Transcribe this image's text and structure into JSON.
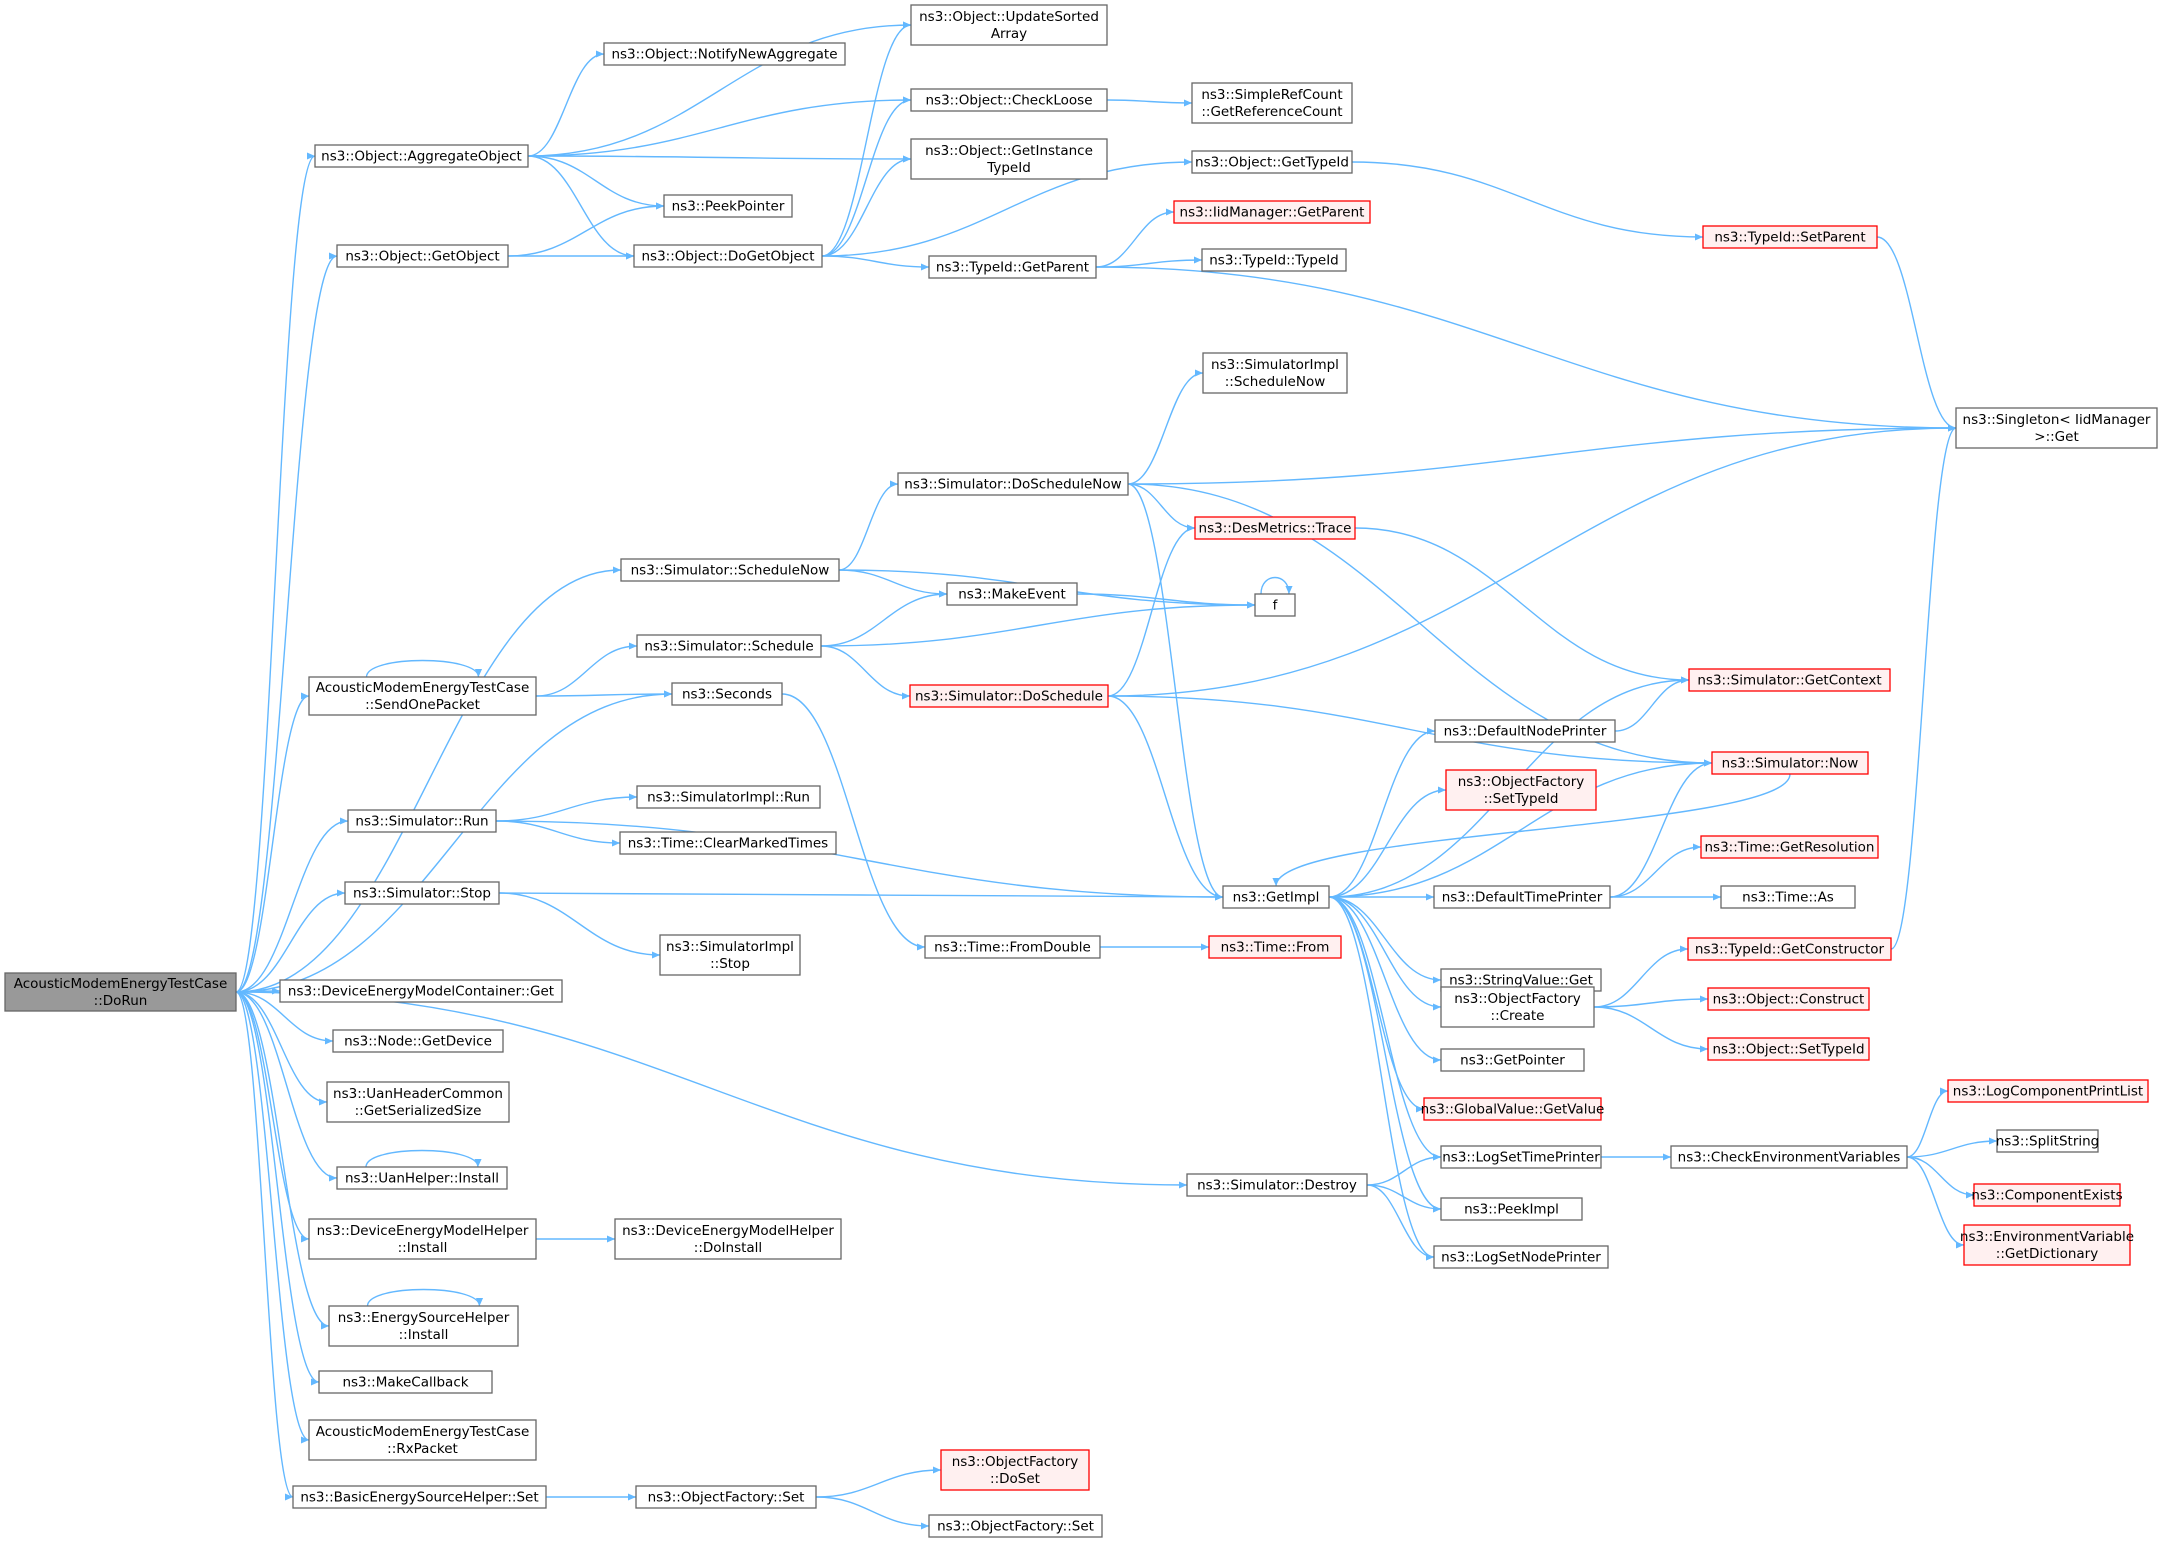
{
  "colors": {
    "edge": "#63b8ff",
    "node_border": "#666666",
    "node_fill": "#ffffff",
    "highlight_border": "#ff0000",
    "highlight_fill": "#fff0f0",
    "root_fill": "#999999"
  },
  "nodes": [
    {
      "id": "root",
      "lines": [
        "AcousticModemEnergyTestCase",
        "::DoRun"
      ],
      "style": "root"
    },
    {
      "id": "aggregate",
      "lines": [
        "ns3::Object::AggregateObject"
      ]
    },
    {
      "id": "getobject",
      "lines": [
        "ns3::Object::GetObject"
      ]
    },
    {
      "id": "updsorted",
      "lines": [
        "ns3::Object::UpdateSorted",
        "Array"
      ]
    },
    {
      "id": "notifynew",
      "lines": [
        "ns3::Object::NotifyNewAggregate"
      ]
    },
    {
      "id": "checkloose",
      "lines": [
        "ns3::Object::CheckLoose"
      ]
    },
    {
      "id": "getinst",
      "lines": [
        "ns3::Object::GetInstance",
        "TypeId"
      ]
    },
    {
      "id": "peekptr",
      "lines": [
        "ns3::PeekPointer"
      ]
    },
    {
      "id": "dogetobj",
      "lines": [
        "ns3::Object::DoGetObject"
      ]
    },
    {
      "id": "simpleref",
      "lines": [
        "ns3::SimpleRefCount",
        "::GetReferenceCount"
      ]
    },
    {
      "id": "objgettid",
      "lines": [
        "ns3::Object::GetTypeId"
      ]
    },
    {
      "id": "iidgetparent",
      "lines": [
        "ns3::IidManager::GetParent"
      ],
      "style": "red"
    },
    {
      "id": "tidgetparent",
      "lines": [
        "ns3::TypeId::GetParent"
      ]
    },
    {
      "id": "tidtypeid",
      "lines": [
        "ns3::TypeId::TypeId"
      ]
    },
    {
      "id": "tidsetparent",
      "lines": [
        "ns3::TypeId::SetParent"
      ],
      "style": "red"
    },
    {
      "id": "singleton",
      "lines": [
        "ns3::Singleton< IidManager",
        " >::Get"
      ]
    },
    {
      "id": "simimplschednow",
      "lines": [
        "ns3::SimulatorImpl",
        "::ScheduleNow"
      ]
    },
    {
      "id": "doschednow",
      "lines": [
        "ns3::Simulator::DoScheduleNow"
      ]
    },
    {
      "id": "desmetrics",
      "lines": [
        "ns3::DesMetrics::Trace"
      ],
      "style": "red"
    },
    {
      "id": "schednow",
      "lines": [
        "ns3::Simulator::ScheduleNow"
      ]
    },
    {
      "id": "makeevent",
      "lines": [
        "ns3::MakeEvent"
      ]
    },
    {
      "id": "f",
      "lines": [
        "f"
      ]
    },
    {
      "id": "schedule",
      "lines": [
        "ns3::Simulator::Schedule"
      ]
    },
    {
      "id": "sendone",
      "lines": [
        "AcousticModemEnergyTestCase",
        "::SendOnePacket"
      ]
    },
    {
      "id": "seconds",
      "lines": [
        "ns3::Seconds"
      ]
    },
    {
      "id": "dosched",
      "lines": [
        "ns3::Simulator::DoSchedule"
      ],
      "style": "red"
    },
    {
      "id": "getcontext",
      "lines": [
        "ns3::Simulator::GetContext"
      ],
      "style": "red"
    },
    {
      "id": "defnodeprinter",
      "lines": [
        "ns3::DefaultNodePrinter"
      ]
    },
    {
      "id": "simnow",
      "lines": [
        "ns3::Simulator::Now"
      ],
      "style": "red"
    },
    {
      "id": "ofsettypeid",
      "lines": [
        "ns3::ObjectFactory",
        "::SetTypeId"
      ],
      "style": "red"
    },
    {
      "id": "simrun",
      "lines": [
        "ns3::Simulator::Run"
      ]
    },
    {
      "id": "simimplrun",
      "lines": [
        "ns3::SimulatorImpl::Run"
      ]
    },
    {
      "id": "clearmarked",
      "lines": [
        "ns3::Time::ClearMarkedTimes"
      ]
    },
    {
      "id": "getres",
      "lines": [
        "ns3::Time::GetResolution"
      ],
      "style": "red"
    },
    {
      "id": "simstop",
      "lines": [
        "ns3::Simulator::Stop"
      ]
    },
    {
      "id": "getimpl",
      "lines": [
        "ns3::GetImpl"
      ]
    },
    {
      "id": "deftimeprinter",
      "lines": [
        "ns3::DefaultTimePrinter"
      ]
    },
    {
      "id": "timeas",
      "lines": [
        "ns3::Time::As"
      ]
    },
    {
      "id": "simimplstop",
      "lines": [
        "ns3::SimulatorImpl",
        "::Stop"
      ]
    },
    {
      "id": "fromdouble",
      "lines": [
        "ns3::Time::FromDouble"
      ]
    },
    {
      "id": "timefrom",
      "lines": [
        "ns3::Time::From"
      ],
      "style": "red"
    },
    {
      "id": "tidgetctor",
      "lines": [
        "ns3::TypeId::GetConstructor"
      ],
      "style": "red"
    },
    {
      "id": "strvalget",
      "lines": [
        "ns3::StringValue::Get"
      ]
    },
    {
      "id": "decget",
      "lines": [
        "ns3::DeviceEnergyModelContainer::Get"
      ]
    },
    {
      "id": "ofcreate",
      "lines": [
        "ns3::ObjectFactory",
        "::Create"
      ]
    },
    {
      "id": "objconstruct",
      "lines": [
        "ns3::Object::Construct"
      ],
      "style": "red"
    },
    {
      "id": "nodegetdev",
      "lines": [
        "ns3::Node::GetDevice"
      ]
    },
    {
      "id": "objsettid",
      "lines": [
        "ns3::Object::SetTypeId"
      ],
      "style": "red"
    },
    {
      "id": "uanhdr",
      "lines": [
        "ns3::UanHeaderCommon",
        "::GetSerializedSize"
      ]
    },
    {
      "id": "getpointer",
      "lines": [
        "ns3::GetPointer"
      ]
    },
    {
      "id": "logcompprint",
      "lines": [
        "ns3::LogComponentPrintList"
      ],
      "style": "red"
    },
    {
      "id": "gvgetvalue",
      "lines": [
        "ns3::GlobalValue::GetValue"
      ],
      "style": "red"
    },
    {
      "id": "splitstring",
      "lines": [
        "ns3::SplitString"
      ]
    },
    {
      "id": "uaninstall",
      "lines": [
        "ns3::UanHelper::Install"
      ]
    },
    {
      "id": "simdestroy",
      "lines": [
        "ns3::Simulator::Destroy"
      ]
    },
    {
      "id": "logsettime",
      "lines": [
        "ns3::LogSetTimePrinter"
      ]
    },
    {
      "id": "checkenv",
      "lines": [
        "ns3::CheckEnvironmentVariables"
      ]
    },
    {
      "id": "compexists",
      "lines": [
        "ns3::ComponentExists"
      ],
      "style": "red"
    },
    {
      "id": "peekimpl",
      "lines": [
        "ns3::PeekImpl"
      ]
    },
    {
      "id": "envvar",
      "lines": [
        "ns3::EnvironmentVariable",
        "::GetDictionary"
      ],
      "style": "red"
    },
    {
      "id": "demhinstall",
      "lines": [
        "ns3::DeviceEnergyModelHelper",
        "::Install"
      ]
    },
    {
      "id": "demhdoinstall",
      "lines": [
        "ns3::DeviceEnergyModelHelper",
        "::DoInstall"
      ]
    },
    {
      "id": "logsetnode",
      "lines": [
        "ns3::LogSetNodePrinter"
      ]
    },
    {
      "id": "eshinstall",
      "lines": [
        "ns3::EnergySourceHelper",
        "::Install"
      ]
    },
    {
      "id": "makecallback",
      "lines": [
        "ns3::MakeCallback"
      ]
    },
    {
      "id": "rxpacket",
      "lines": [
        "AcousticModemEnergyTestCase",
        "::RxPacket"
      ]
    },
    {
      "id": "ofdoset",
      "lines": [
        "ns3::ObjectFactory",
        "::DoSet"
      ],
      "style": "red"
    },
    {
      "id": "besset",
      "lines": [
        "ns3::BasicEnergySourceHelper::Set"
      ]
    },
    {
      "id": "ofset",
      "lines": [
        "ns3::ObjectFactory::Set"
      ]
    },
    {
      "id": "ofset2",
      "lines": [
        "ns3::ObjectFactory::Set"
      ]
    }
  ]
}
